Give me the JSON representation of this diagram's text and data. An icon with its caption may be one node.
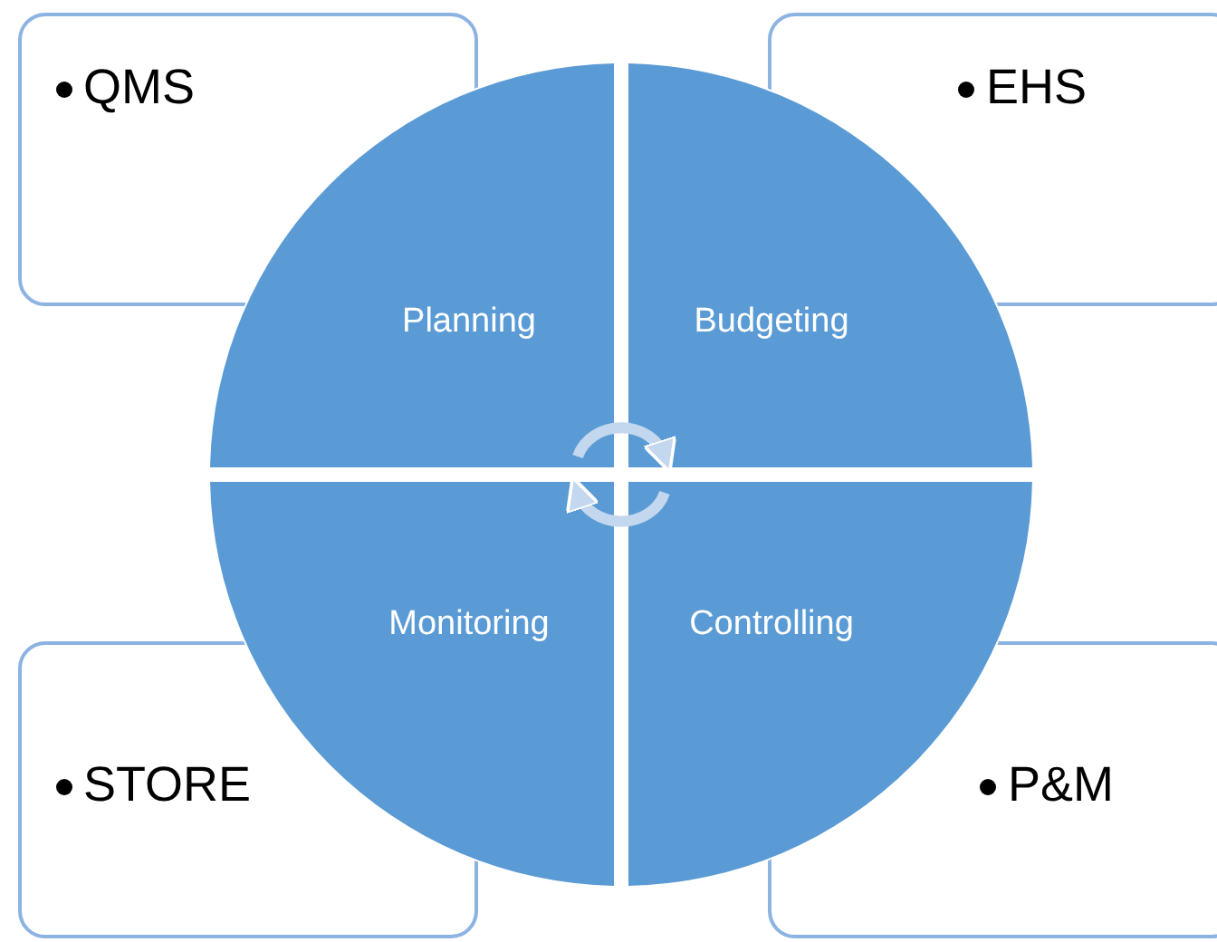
{
  "diagram": {
    "nodes": [
      {
        "text": [
          "QMS"
        ]
      },
      {
        "text": [
          "EHS"
        ]
      },
      {
        "text": [
          "STORE"
        ]
      },
      {
        "text": [
          "P&M"
        ]
      },
      {
        "text": [
          "Planning"
        ]
      },
      {
        "text": [
          "Budgeting"
        ]
      },
      {
        "text": [
          "Monitoring"
        ]
      },
      {
        "text": [
          "Controlling"
        ]
      }
    ],
    "edges": [
      {
        "from": 4,
        "to": 5,
        "arrow": "to"
      },
      {
        "from": 7,
        "to": 6,
        "arrow": "to"
      }
    ]
  }
}
